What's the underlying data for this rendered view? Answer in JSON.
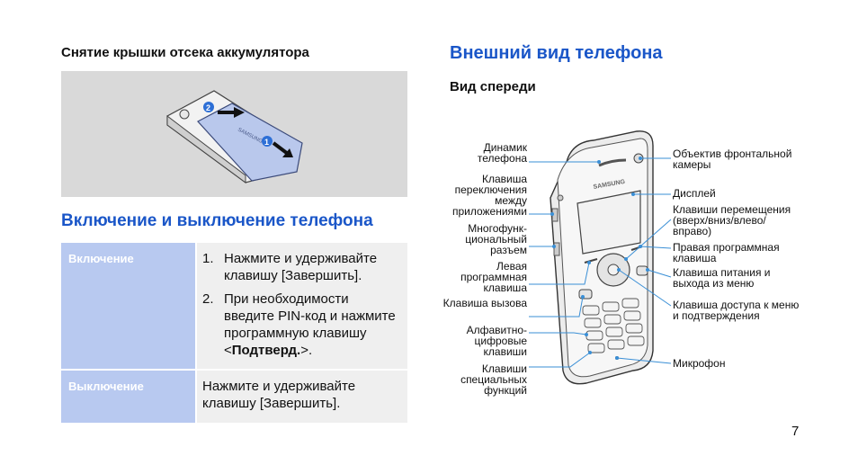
{
  "left": {
    "battery_cover_title": "Снятие крышки отсека аккумулятора",
    "power_title": "Включение и выключение телефона",
    "brand_on_cover": "SAMSUNG",
    "power_table": {
      "on_label": "Включение",
      "on_step1_num": "1.",
      "on_step1": "Нажмите и удерживайте клавишу [Завершить].",
      "on_step2_num": "2.",
      "on_step2_pre": "При необходимости введите PIN-код и нажмите программную клавишу <",
      "on_step2_bold": "Подтверд.",
      "on_step2_post": ">.",
      "off_label": "Выключение",
      "off_text": "Нажмите и удерживайте клавишу [Завершить]."
    }
  },
  "right": {
    "title": "Внешний вид телефона",
    "subtitle": "Вид спереди",
    "brand_on_phone": "SAMSUNG",
    "labels_left": [
      "Динамик телефона",
      "Клавиша переключения между приложениями",
      "Многофунк-циональный разъем",
      "Левая программная клавиша",
      "Клавиша вызова",
      "Алфавитно-цифровые клавиши",
      "Клавиши специальных функций"
    ],
    "labels_right": [
      "Объектив фронтальной камеры",
      "Дисплей",
      "Клавиши перемещения (вверх/вниз/влево/ вправо)",
      "Правая программная клавиша",
      "Клавиша питания и выхода из меню",
      "Клавиша доступа к меню и подтверждения",
      "Микрофон"
    ]
  },
  "page_number": "7",
  "colors": {
    "title_blue": "#1a56c8",
    "leader_blue": "#3a8fd6",
    "table_label_bg": "#b8c9f0",
    "table_body_bg": "#efefef",
    "image_bg": "#d9d9d9"
  }
}
